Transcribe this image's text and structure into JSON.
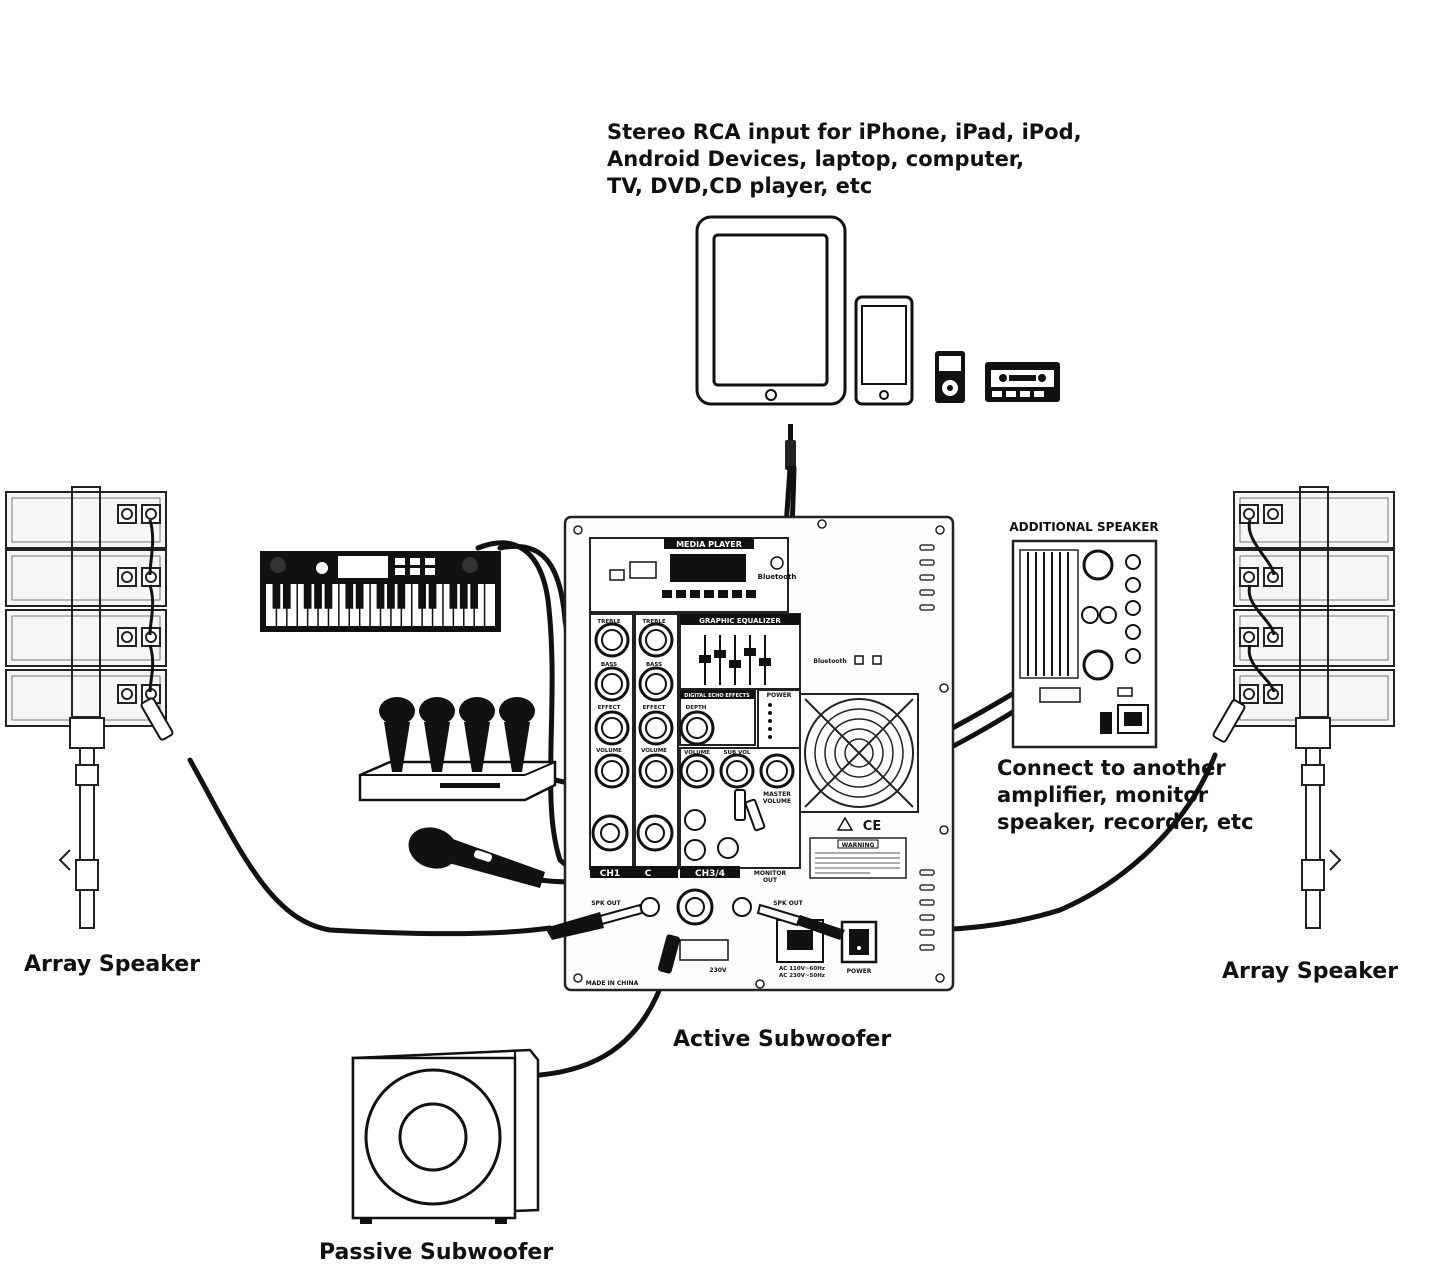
{
  "labels": {
    "rca_input": [
      "Stereo RCA input for iPhone, iPad, iPod,",
      "Android Devices, laptop, computer,",
      "TV, DVD,CD player, etc"
    ],
    "array_speaker_left": "Array Speaker",
    "array_speaker_right": "Array Speaker",
    "active_subwoofer": "Active Subwoofer",
    "passive_subwoofer": "Passive Subwoofer",
    "additional_speaker": "ADDITIONAL SPEAKER",
    "connect_to": [
      "Connect to another",
      "amplifier, monitor",
      "speaker, recorder, etc"
    ]
  },
  "panel": {
    "media_player": "MEDIA PLAYER",
    "bluetooth": "Bluetooth",
    "graphic_equalizer": "GRAPHIC EQUALIZER",
    "digital_echo_effects": "DIGITAL ECHO EFFECTS",
    "power": "POWER",
    "knob_labels": [
      "TREBLE",
      "BASS",
      "EFFECT",
      "VOLUME"
    ],
    "depth": "DEPTH",
    "sub_volume": "SUB VOL",
    "master_volume": [
      "MASTER",
      "VOLUME"
    ],
    "channels": [
      "CH1",
      "C",
      "CH3/4"
    ],
    "monitor_out": [
      "MONITOR",
      "OUT"
    ],
    "spk_out": "SPK OUT",
    "made_in": "MADE IN CHINA",
    "warning": "WARNING",
    "power_switch": "POWER",
    "voltage": "230V",
    "ac_ratings": [
      "AC 110V~60Hz",
      "AC 230V~50Hz"
    ]
  },
  "colors": {
    "ink": "#111111",
    "paper": "#ffffff",
    "panel_fill": "#fdfdfd",
    "speaker_fill": "#f4f4f4"
  }
}
